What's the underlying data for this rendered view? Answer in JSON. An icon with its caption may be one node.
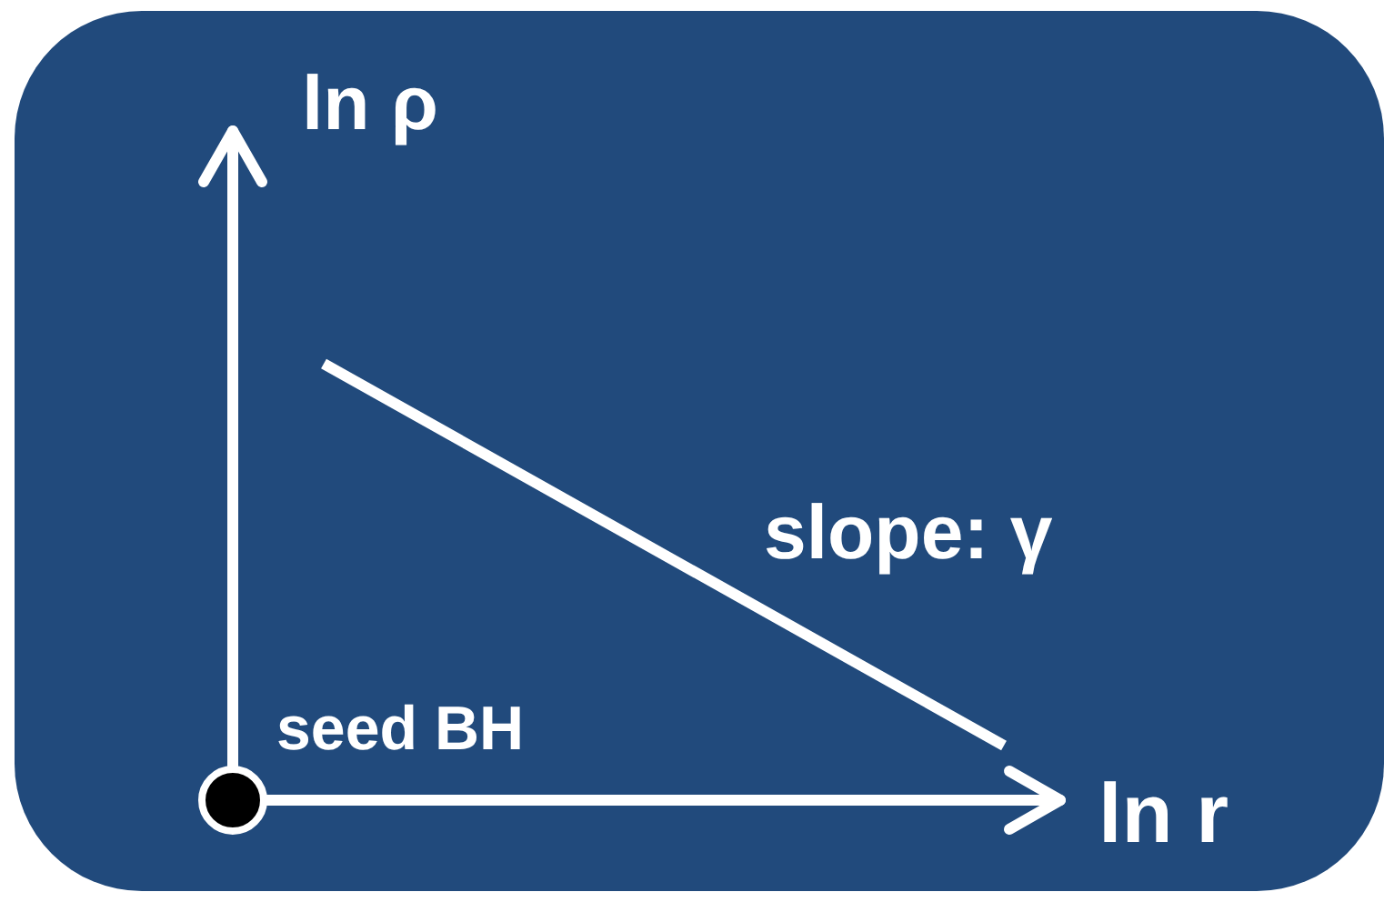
{
  "diagram": {
    "labels": [
      "ln ρ",
      "slope: γ",
      "seed BH",
      "ln r"
    ]
  }
}
